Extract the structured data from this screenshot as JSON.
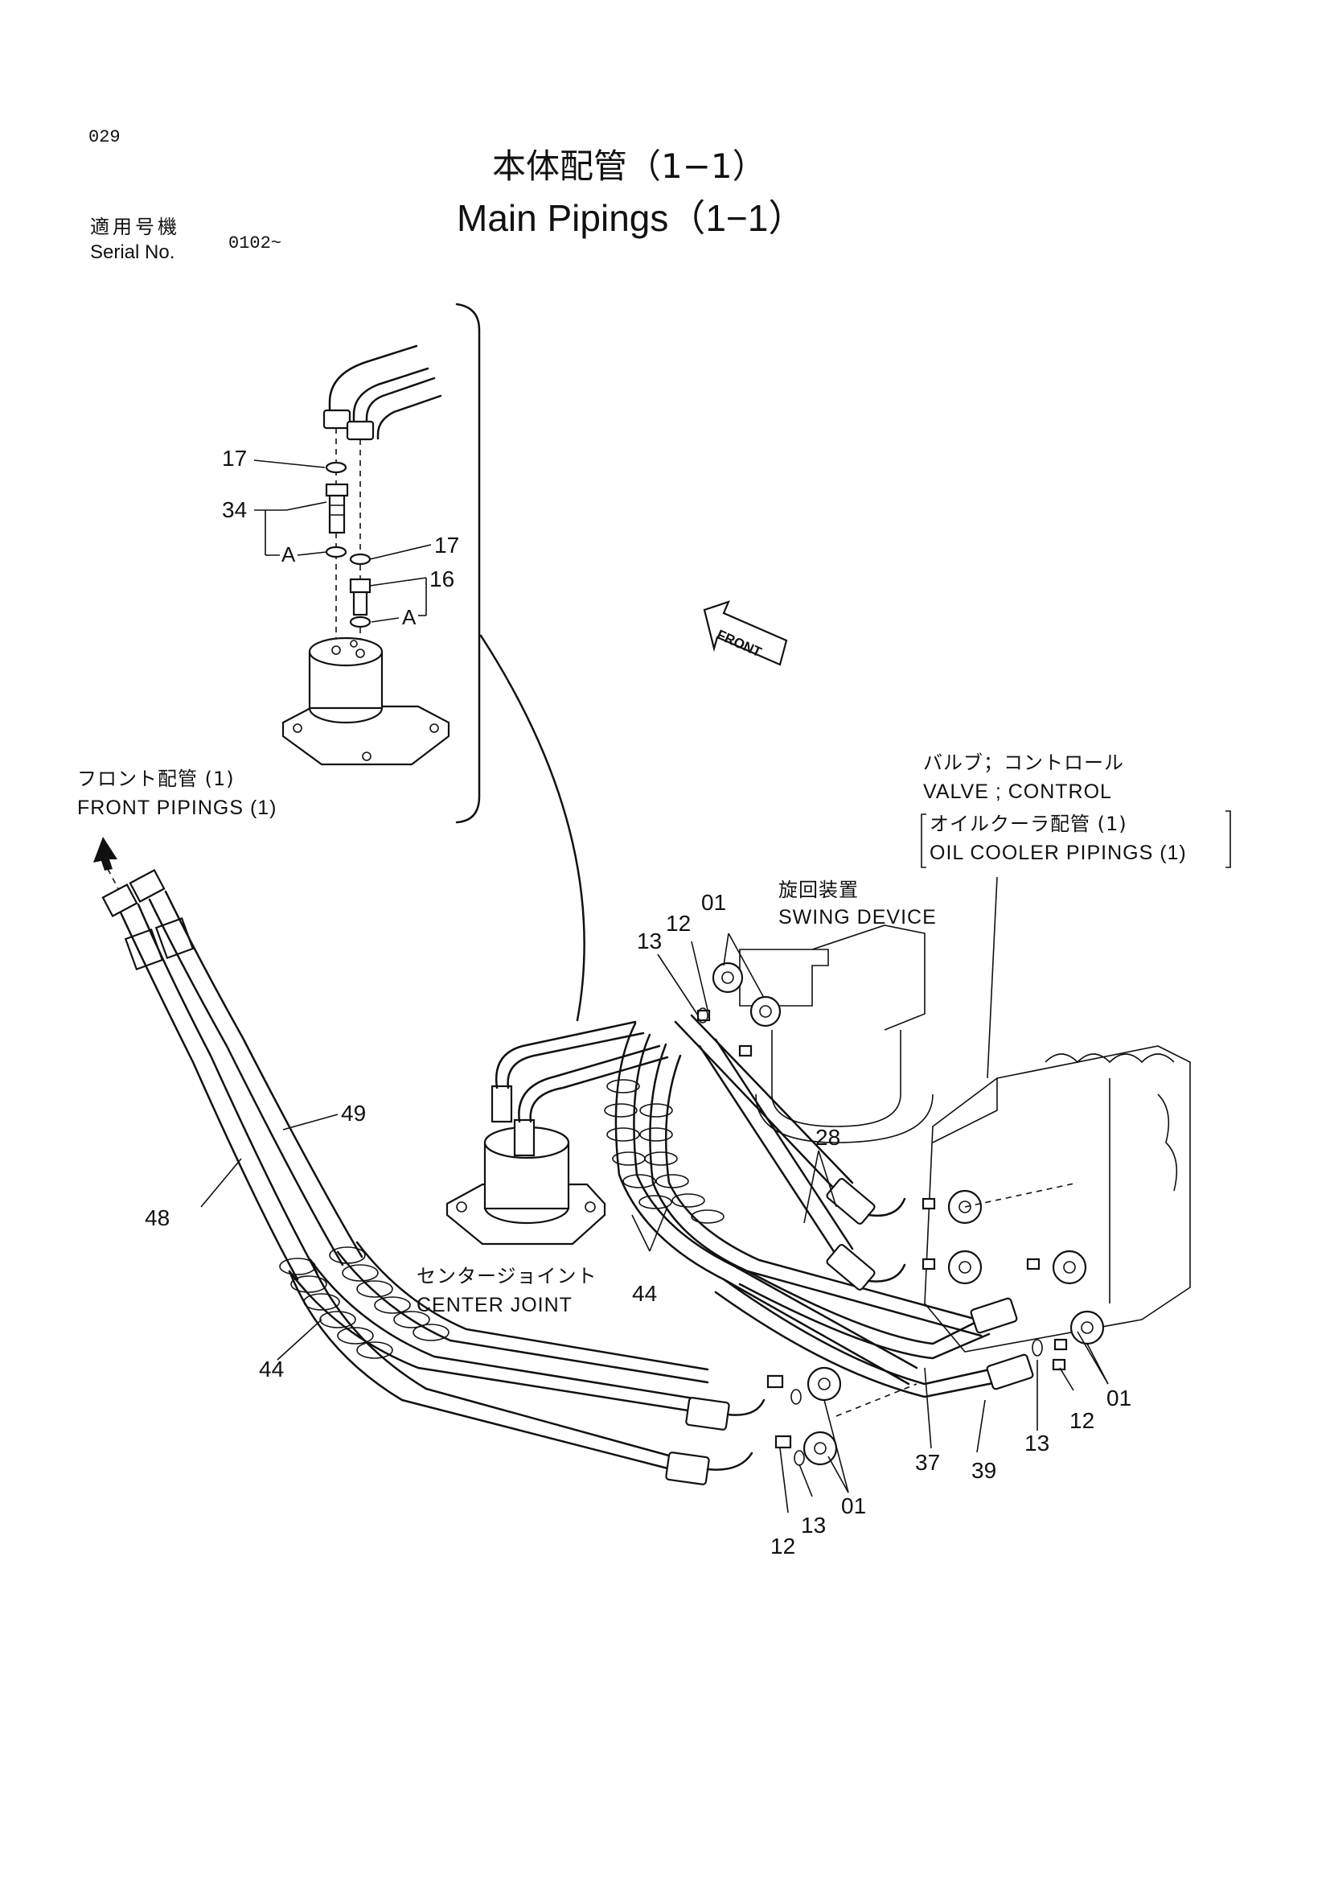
{
  "header": {
    "page_number": "029",
    "title_ja": "本体配管（1−1）",
    "title_en": "Main Pipings（1−1）",
    "serial_label_ja": "適用号機",
    "serial_label_en": "Serial No.",
    "serial_value": "0102~"
  },
  "labels": {
    "front_pipings_ja": "フロント配管 (1)",
    "front_pipings_en": "FRONT PIPINGS (1)",
    "valve_control_ja": "バルブ；コントロール",
    "valve_control_en": "VALVE ; CONTROL",
    "oil_cooler_ja": "オイルクーラ配管 (1)",
    "oil_cooler_en": "OIL COOLER PIPINGS (1)",
    "swing_device_ja": "旋回装置",
    "swing_device_en": "SWING DEVICE",
    "center_joint_ja": "センタージョイント",
    "center_joint_en": "CENTER JOINT",
    "front_arrow": "FRONT",
    "ref_a1": "A",
    "ref_a2": "A"
  },
  "part_numbers": {
    "p17a": "17",
    "p34": "34",
    "p17b": "17",
    "p16": "16",
    "p01a": "01",
    "p12a": "12",
    "p13a": "13",
    "p49": "49",
    "p48": "48",
    "p28": "28",
    "p44a": "44",
    "p44b": "44",
    "p37": "37",
    "p39": "39",
    "p13b": "13",
    "p12b": "12",
    "p01b": "01",
    "p01c": "01",
    "p13c": "13",
    "p12c": "12"
  }
}
